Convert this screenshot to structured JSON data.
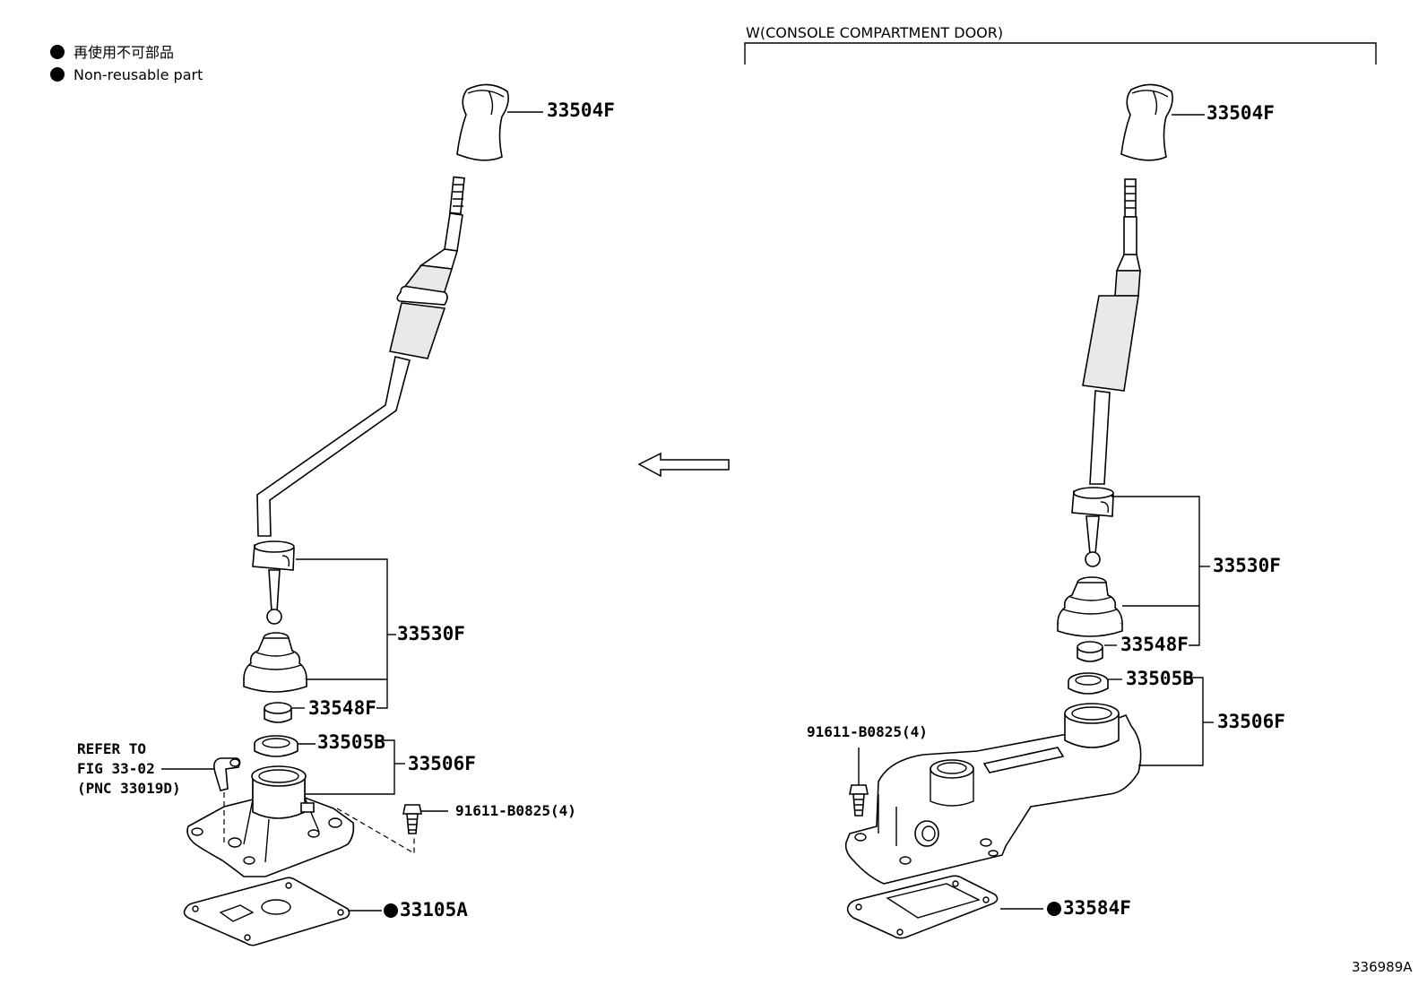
{
  "legend": [
    {
      "text": "再使用不可部品"
    },
    {
      "text": "Non-reusable part"
    }
  ],
  "variant_label": "W(CONSOLE COMPARTMENT DOOR)",
  "left": {
    "knob": "33504F",
    "lever_assy": "33530F",
    "retainer": "33548F",
    "seal": "33505B",
    "housing": "33506F",
    "bolt": "91611-B0825(4)",
    "gasket": "33105A",
    "refer": [
      "REFER TO",
      "FIG 33-02",
      "(PNC 33019D)"
    ]
  },
  "right": {
    "knob": "33504F",
    "lever_assy": "33530F",
    "retainer": "33548F",
    "seal": "33505B",
    "housing": "33506F",
    "bolt": "91611-B0825(4)",
    "gasket": "33584F"
  },
  "figure_number": "336989A"
}
